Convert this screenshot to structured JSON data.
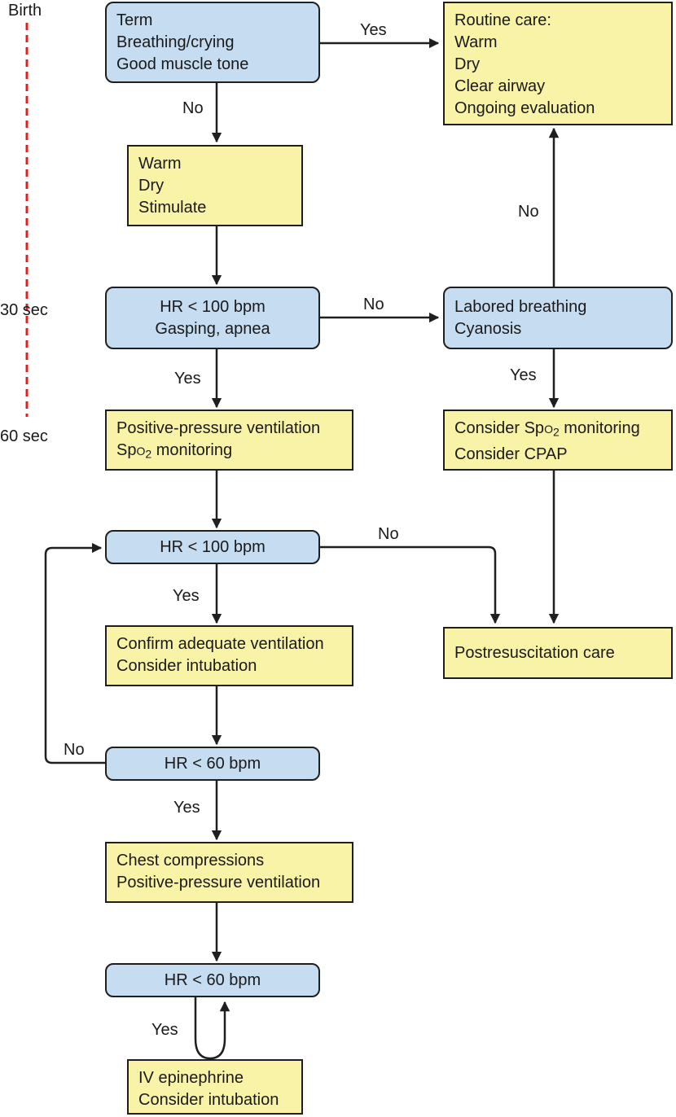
{
  "timeline": {
    "labels": [
      "Birth",
      "30 sec",
      "60 sec"
    ],
    "line_color": "#e02020"
  },
  "colors": {
    "decision_fill": "#c6dcf0",
    "action_fill": "#f8f3a6",
    "border": "#1f1f1f"
  },
  "nodes": {
    "initial_assessment": [
      "Term",
      "Breathing/crying",
      "Good muscle tone"
    ],
    "routine_care": [
      "Routine care:",
      "Warm",
      "Dry",
      "Clear airway",
      "Ongoing evaluation"
    ],
    "warm_dry": [
      "Warm",
      "Dry",
      "Stimulate"
    ],
    "hr_gasping": [
      "HR < 100 bpm",
      "Gasping, apnea"
    ],
    "labored": [
      "Labored breathing",
      "Cyanosis"
    ],
    "ppv": {
      "line1": "Positive-pressure ventilation",
      "line2_prefix": "Sp",
      "line2_o": "o",
      "line2_sub": "2",
      "line2_rest": " monitoring"
    },
    "consider_spo2": {
      "line1_prefix": "Consider Sp",
      "line1_o": "o",
      "line1_sub": "2",
      "line1_rest": " monitoring",
      "line2": "Consider CPAP"
    },
    "hr100": "HR < 100 bpm",
    "postresuscitation": "Postresuscitation care",
    "confirm_ventilation": [
      "Confirm adequate ventilation",
      "Consider intubation"
    ],
    "hr60_a": "HR < 60 bpm",
    "chest_compressions": [
      "Chest compressions",
      "Positive-pressure ventilation"
    ],
    "hr60_b": "HR < 60 bpm",
    "epinephrine": [
      "IV epinephrine",
      "Consider intubation"
    ]
  },
  "edge_labels": {
    "yes_routine": "Yes",
    "no_warm": "No",
    "no_labored": "No",
    "no_routine_up": "No",
    "yes_ppv": "Yes",
    "yes_consider": "Yes",
    "no_post": "No",
    "yes_confirm": "Yes",
    "no_loop": "No",
    "yes_chest": "Yes",
    "yes_epi": "Yes"
  }
}
